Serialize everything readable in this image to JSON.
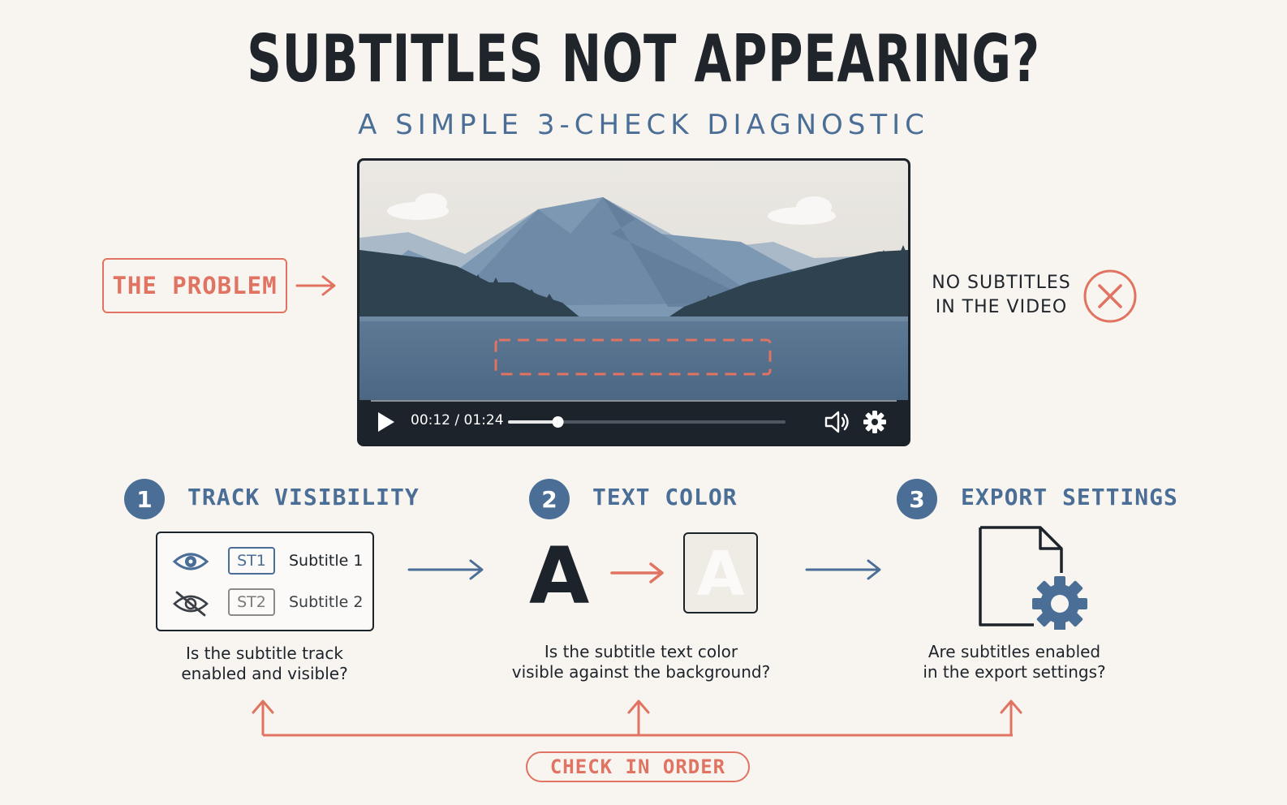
{
  "header": {
    "title": "SUBTITLES NOT APPEARING?",
    "subtitle": "A SIMPLE 3-CHECK DIAGNOSTIC"
  },
  "problem": {
    "label": "THE PROBLEM",
    "status_line1": "NO SUBTITLES",
    "status_line2": "IN THE VIDEO"
  },
  "player": {
    "time": "00:12 / 01:24",
    "progress": 0.18
  },
  "steps": [
    {
      "number": "1",
      "title": "TRACK VISIBILITY",
      "desc_line1": "Is the subtitle track",
      "desc_line2": "enabled and visible?",
      "tracks": [
        {
          "badge": "ST1",
          "label": "Subtitle 1"
        },
        {
          "badge": "ST2",
          "label": "Subtitle 2"
        }
      ]
    },
    {
      "number": "2",
      "title": "TEXT COLOR",
      "desc_line1": "Is the subtitle text color",
      "desc_line2": "visible against the background?",
      "sample_dark": "A",
      "sample_light": "A"
    },
    {
      "number": "3",
      "title": "EXPORT SETTINGS",
      "desc_line1": "Are subtitles enabled",
      "desc_line2": "in the export settings?"
    }
  ],
  "footer": {
    "order_label": "CHECK IN ORDER"
  },
  "colors": {
    "accent_blue": "#4a6e96",
    "accent_red": "#e07361",
    "ink": "#1d232a",
    "background": "#f8f5f1"
  }
}
